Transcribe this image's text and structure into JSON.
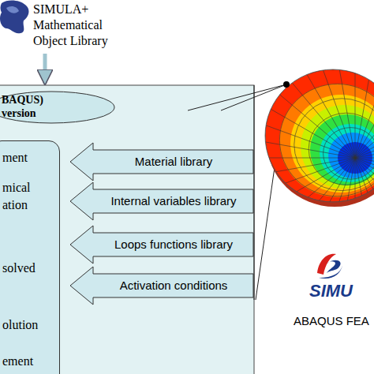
{
  "diagram": {
    "nodes": [
      {
        "text": [
          "SIMULA+ Mathematical Object Library"
        ]
      },
      {
        "text": [
          "BAQUS) version"
        ]
      },
      {
        "text": [
          "ment",
          "mical ation",
          "solved",
          "olution",
          "ement"
        ]
      },
      {
        "text": [
          "Material library"
        ]
      },
      {
        "text": [
          "Internal variables library"
        ]
      },
      {
        "text": [
          "Loops functions library"
        ]
      },
      {
        "text": [
          "Activation conditions"
        ]
      }
    ],
    "edges": [
      {
        "from": 0,
        "to": 1,
        "arrow": "to"
      }
    ],
    "labels": [
      "SIMU",
      "ABAQUS FEA"
    ]
  }
}
